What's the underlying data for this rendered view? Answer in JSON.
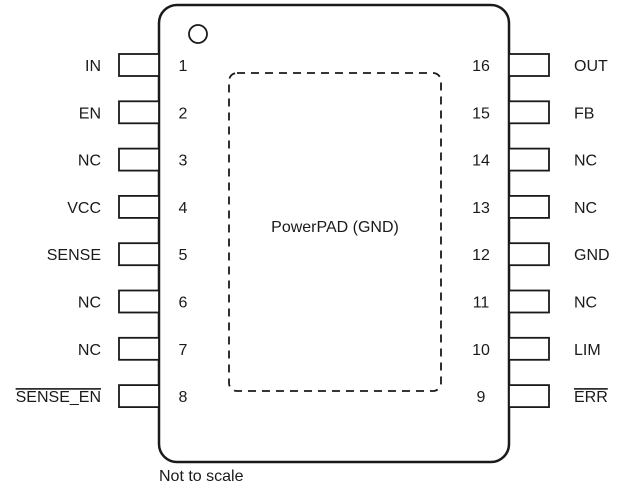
{
  "package": {
    "pad_label": "PowerPAD (GND)",
    "note": "Not to scale"
  },
  "left_pins": [
    {
      "number": "1",
      "name": "IN",
      "overline": false
    },
    {
      "number": "2",
      "name": "EN",
      "overline": false
    },
    {
      "number": "3",
      "name": "NC",
      "overline": false
    },
    {
      "number": "4",
      "name": "VCC",
      "overline": false
    },
    {
      "number": "5",
      "name": "SENSE",
      "overline": false
    },
    {
      "number": "6",
      "name": "NC",
      "overline": false
    },
    {
      "number": "7",
      "name": "NC",
      "overline": false
    },
    {
      "number": "8",
      "name": "SENSE_EN",
      "overline": true
    }
  ],
  "right_pins": [
    {
      "number": "16",
      "name": "OUT",
      "overline": false
    },
    {
      "number": "15",
      "name": "FB",
      "overline": false
    },
    {
      "number": "14",
      "name": "NC",
      "overline": false
    },
    {
      "number": "13",
      "name": "NC",
      "overline": false
    },
    {
      "number": "12",
      "name": "GND",
      "overline": false
    },
    {
      "number": "11",
      "name": "NC",
      "overline": false
    },
    {
      "number": "10",
      "name": "LIM",
      "overline": false
    },
    {
      "number": "9",
      "name": "ERR",
      "overline": true
    }
  ]
}
